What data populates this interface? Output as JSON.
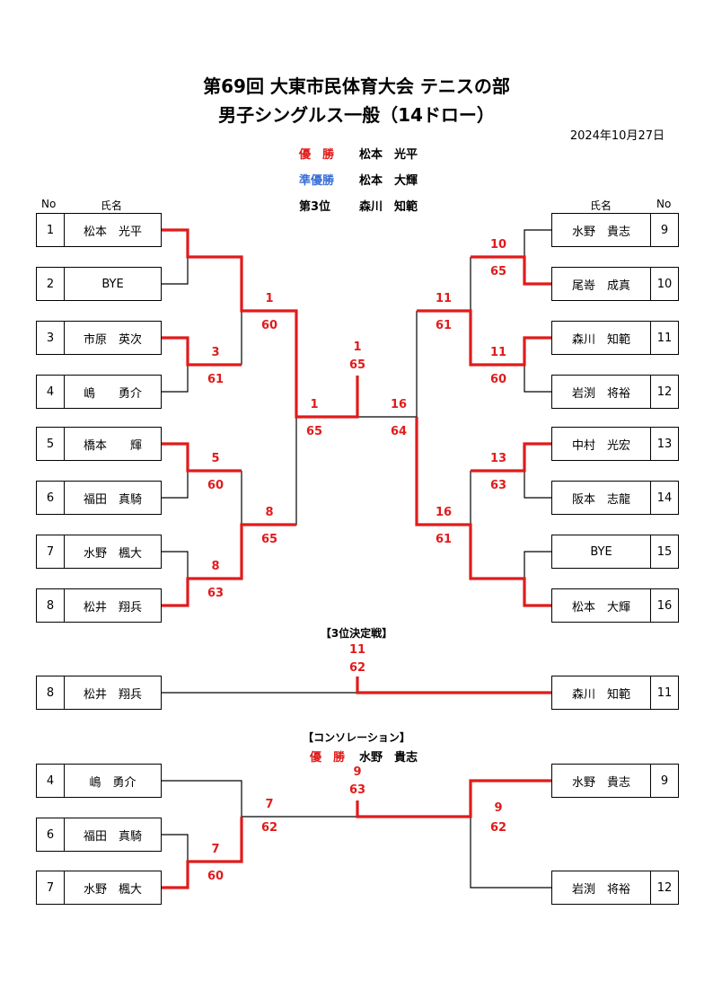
{
  "header": {
    "title1": "第69回 大東市民体育大会 テニスの部",
    "title2": "男子シングルス一般（14ドロー）",
    "date": "2024年10月27日"
  },
  "awards": {
    "winner_label": "優　勝",
    "winner_name": "松本　光平",
    "runnerup_label": "準優勝",
    "runnerup_name": "松本　大輝",
    "third_label": "第3位",
    "third_name": "森川　知範"
  },
  "columns": {
    "no": "No",
    "name": "氏名"
  },
  "colors": {
    "win_line": "#e11b1b",
    "label": "#e11b1b",
    "runnerup": "#3a6fd8"
  },
  "main_left": [
    {
      "no": "1",
      "name": "松本　光平"
    },
    {
      "no": "2",
      "name": "BYE"
    },
    {
      "no": "3",
      "name": "市原　英次"
    },
    {
      "no": "4",
      "name": "嶋　　勇介"
    },
    {
      "no": "5",
      "name": "橋本　　輝"
    },
    {
      "no": "6",
      "name": "福田　真騎"
    },
    {
      "no": "7",
      "name": "水野　楓大"
    },
    {
      "no": "8",
      "name": "松井　翔兵"
    }
  ],
  "main_right": [
    {
      "no": "9",
      "name": "水野　貴志"
    },
    {
      "no": "10",
      "name": "尾嵜　成真"
    },
    {
      "no": "11",
      "name": "森川　知範"
    },
    {
      "no": "12",
      "name": "岩渕　将裕"
    },
    {
      "no": "13",
      "name": "中村　光宏"
    },
    {
      "no": "14",
      "name": "阪本　志龍"
    },
    {
      "no": "15",
      "name": "BYE"
    },
    {
      "no": "16",
      "name": "松本　大輝"
    }
  ],
  "third_place": {
    "title": "【3位決定戦】",
    "left": {
      "no": "8",
      "name": "松井　翔兵"
    },
    "right": {
      "no": "11",
      "name": "森川　知範"
    }
  },
  "consolation": {
    "title": "【コンソレーション】",
    "winner_label": "優　勝",
    "winner_name": "水野　貴志",
    "left": [
      {
        "no": "4",
        "name": "嶋　勇介"
      },
      {
        "no": "6",
        "name": "福田　真騎"
      },
      {
        "no": "7",
        "name": "水野　楓大"
      }
    ],
    "right": [
      {
        "no": "9",
        "name": "水野　貴志"
      },
      {
        "no": "12",
        "name": "岩渕　将裕"
      }
    ]
  },
  "results": {
    "m1_winner": "1",
    "m2_winner": "3",
    "m2_score": "61",
    "m3_winner": "5",
    "m3_score": "60",
    "m4_winner": "8",
    "m4_score": "63",
    "sf_l1_winner": "1",
    "sf_l1_score": "60",
    "sf_l2_winner": "8",
    "sf_l2_score": "65",
    "final_left_winner": "1",
    "final_left_score": "65",
    "final_winner": "1",
    "final_score": "65",
    "final_right_winner": "16",
    "final_right_score": "64",
    "m5_winner": "10",
    "m5_score": "65",
    "m6_winner": "11",
    "m6_score": "60",
    "m7_winner": "13",
    "m7_score": "63",
    "m8_winner": "16",
    "sf_r1_winner": "11",
    "sf_r1_score": "61",
    "sf_r2_winner": "16",
    "sf_r2_score": "61",
    "third_winner": "11",
    "third_score": "62",
    "cons_l1_winner": "7",
    "cons_l1_score": "60",
    "cons_l2_winner": "7",
    "cons_l2_score": "62",
    "cons_r_winner": "9",
    "cons_r_score": "62",
    "cons_final_winner": "9",
    "cons_final_score": "63"
  }
}
